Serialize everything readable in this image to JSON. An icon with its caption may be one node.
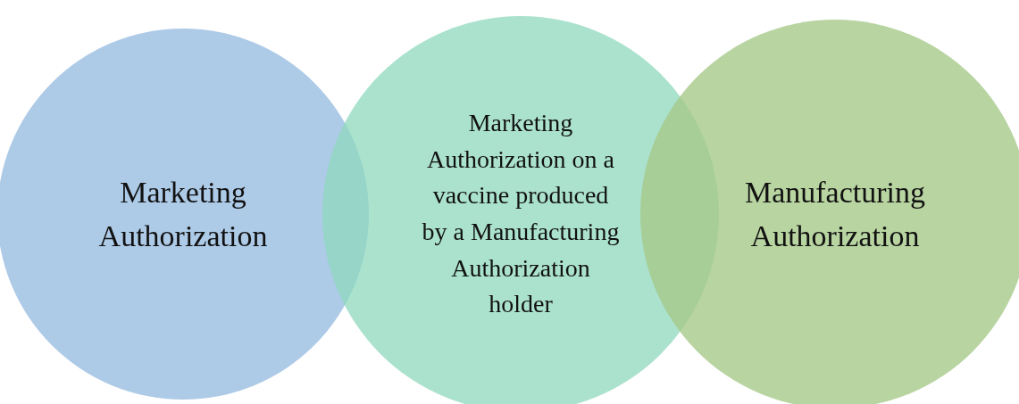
{
  "diagram": {
    "nodes": [
      {
        "text": [
          "Marketing Authorization"
        ]
      },
      {
        "text": [
          "Marketing Authorization on a vaccine produced by a Manufacturing Authorization holder"
        ]
      },
      {
        "text": [
          "Manufacturing Authorization"
        ]
      }
    ]
  }
}
